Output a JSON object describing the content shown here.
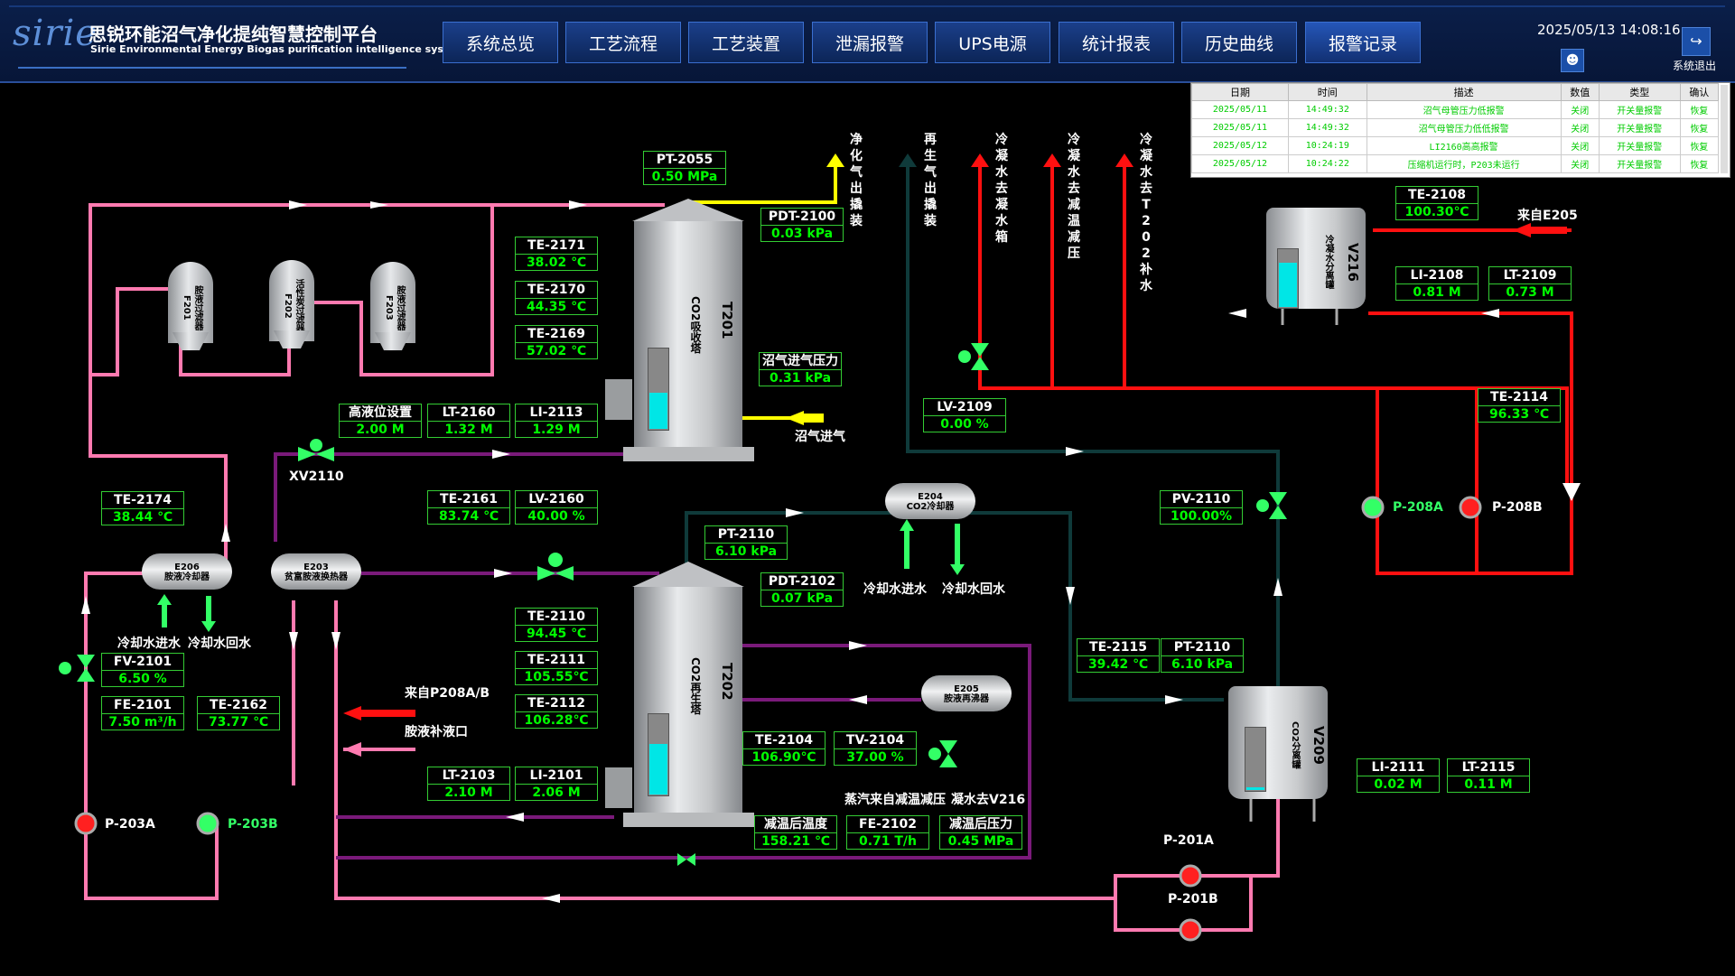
{
  "header": {
    "logo": "sirie",
    "title": "思锐环能沼气净化提纯智慧控制平台",
    "subtitle": "Sirie Environmental Energy Biogas purification intelligence system",
    "nav": [
      "系统总览",
      "工艺流程",
      "工艺装置",
      "泄漏报警",
      "UPS电源",
      "统计报表",
      "历史曲线",
      "报警记录"
    ],
    "active_nav": "报警记录",
    "datetime": "2025/05/13 14:08:16",
    "user_icon": "user-icon",
    "exit_label": "系统退出"
  },
  "alarm_table": {
    "headers": [
      "日期",
      "时间",
      "描述",
      "数值",
      "类型",
      "确认"
    ],
    "rows": [
      [
        "2025/05/11",
        "14:49:32",
        "沼气母管压力低报警",
        "关闭",
        "开关量报警",
        "恢复"
      ],
      [
        "2025/05/11",
        "14:49:32",
        "沼气母管压力低低报警",
        "关闭",
        "开关量报警",
        "恢复"
      ],
      [
        "2025/05/12",
        "10:24:19",
        "LI2160高高报警",
        "关闭",
        "开关量报警",
        "恢复"
      ],
      [
        "2025/05/12",
        "10:24:22",
        "压缩机运行时，P203未运行",
        "关闭",
        "开关量报警",
        "恢复"
      ]
    ]
  },
  "tags": {
    "PT2055": {
      "name": "PT-2055",
      "value": "0.50  MPa"
    },
    "PDT2100": {
      "name": "PDT-2100",
      "value": "0.03  kPa"
    },
    "TE2171": {
      "name": "TE-2171",
      "value": "38.02 ℃"
    },
    "TE2170": {
      "name": "TE-2170",
      "value": "44.35 ℃"
    },
    "TE2169": {
      "name": "TE-2169",
      "value": "57.02 ℃"
    },
    "biogas_in_p": {
      "name": "沼气进气压力",
      "value": "0.31   kPa"
    },
    "hl_set": {
      "name": "高液位设置",
      "value": "2.00   M"
    },
    "LT2160": {
      "name": "LT-2160",
      "value": "1.32  M"
    },
    "LI2113": {
      "name": "LI-2113",
      "value": "1.29  M"
    },
    "TE2174": {
      "name": "TE-2174",
      "value": "38.44 ℃"
    },
    "TE2161": {
      "name": "TE-2161",
      "value": "83.74 ℃"
    },
    "LV2160": {
      "name": "LV-2160",
      "value": "40.00 %"
    },
    "PT2110a": {
      "name": "PT-2110",
      "value": "6.10  kPa"
    },
    "PDT2102": {
      "name": "PDT-2102",
      "value": "0.07  kPa"
    },
    "TE2110": {
      "name": "TE-2110",
      "value": "94.45 ℃"
    },
    "TE2111": {
      "name": "TE-2111",
      "value": "105.55℃"
    },
    "TE2112": {
      "name": "TE-2112",
      "value": "106.28℃"
    },
    "FV2101": {
      "name": "FV-2101",
      "value": "6.50  %"
    },
    "FE2101": {
      "name": "FE-2101",
      "value": "7.50  m³/h"
    },
    "TE2162": {
      "name": "TE-2162",
      "value": "73.77 ℃"
    },
    "LT2103": {
      "name": "LT-2103",
      "value": "2.10  M"
    },
    "LI2101": {
      "name": "LI-2101",
      "value": "2.06  M"
    },
    "TE2104": {
      "name": "TE-2104",
      "value": "106.90℃"
    },
    "TV2104": {
      "name": "TV-2104",
      "value": "37.00 %"
    },
    "desup_temp": {
      "name": "减温后温度",
      "value": "158.21 ℃"
    },
    "FE2102": {
      "name": "FE-2102",
      "value": "0.71  T/h"
    },
    "desup_p": {
      "name": "减温后压力",
      "value": "0.45   MPa"
    },
    "TE2108": {
      "name": "TE-2108",
      "value": "100.30℃"
    },
    "LI2108": {
      "name": "LI-2108",
      "value": "0.81  M"
    },
    "LT2109": {
      "name": "LT-2109",
      "value": "0.73  M"
    },
    "LV2109": {
      "name": "LV-2109",
      "value": "0.00  %"
    },
    "TE2114": {
      "name": "TE-2114",
      "value": "96.33 ℃"
    },
    "PV2110": {
      "name": "PV-2110",
      "value": "100.00%"
    },
    "TE2115": {
      "name": "TE-2115",
      "value": "39.42 ℃"
    },
    "PT2110b": {
      "name": "PT-2110",
      "value": "6.10  kPa"
    },
    "LI2111": {
      "name": "LI-2111",
      "value": "0.02  M"
    },
    "LT2115": {
      "name": "LT-2115",
      "value": "0.11  M"
    }
  },
  "labels": {
    "purified_gas_out": "净化气出撬装",
    "regen_gas_out": "再生气出撬装",
    "cw_to_cond_tank": "冷凝水去凝水箱",
    "cw_to_desup": "冷凝水去减温减压",
    "cw_to_t202": "冷凝水去T202补水",
    "biogas_in": "沼气进气",
    "from_e205": "来自E205",
    "xv2110": "XV2110",
    "cw_in_1": "冷却水进水",
    "cw_out_1": "冷却水回水",
    "cw_in_2": "冷却水进水",
    "cw_out_2": "冷却水回水",
    "from_p208": "来自P208A/B",
    "amine_makeup": "胺液补液口",
    "steam_from_desup": "蒸汽来自减温减压",
    "cond_to_v216": "凝水去V216",
    "p203a": "P-203A",
    "p203b": "P-203B",
    "p208a": "P-208A",
    "p208b": "P-208B",
    "p201a": "P-201A",
    "p201b": "P-201B"
  },
  "equipment": {
    "F201": "胺液过滤器F201",
    "F202": "活性炭过滤器F202",
    "F203": "胺液过滤器F203",
    "T201": "CO2吸收塔",
    "T201_id": "T201",
    "T202": "CO2再生塔",
    "T202_id": "T202",
    "E206": {
      "id": "E206",
      "name": "胺液冷却器"
    },
    "E203": {
      "id": "E203",
      "name": "贫富胺液换热器"
    },
    "E204": {
      "id": "E204",
      "name": "CO2冷却器"
    },
    "E205": {
      "id": "E205",
      "name": "胺液再沸器"
    },
    "V216": {
      "name": "冷凝水分离罐",
      "id": "V216"
    },
    "V209": {
      "name": "CO2分离罐",
      "id": "V209"
    }
  },
  "levels": {
    "T201": 0.45,
    "T202": 0.62,
    "V216": 0.75,
    "V209": 0.05
  },
  "colors": {
    "pink": "#ff7ab0",
    "purple": "#7a1a7a",
    "red": "#ff1010",
    "yellow": "#ffff00",
    "dark_teal": "#0f3a3a",
    "green_valve": "#33ff66",
    "tag_border": "#33cc33",
    "value_green": "#00ff00"
  }
}
